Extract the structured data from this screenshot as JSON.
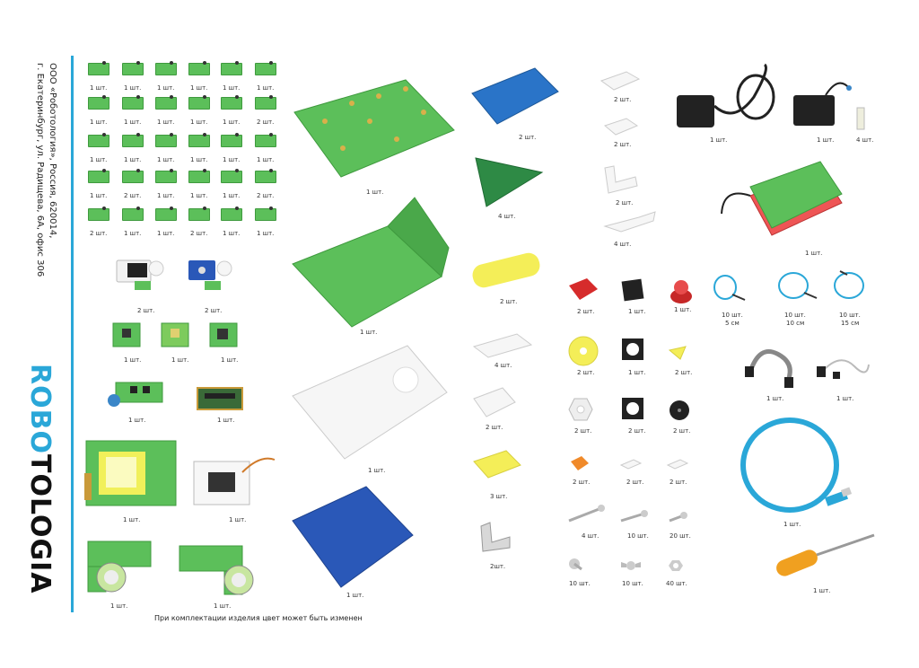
{
  "company": {
    "line1": "ООО «Роботология», Россия, 620014,",
    "line2": "г. Екатеринбург, ул. Радищева, 6А, офис 306"
  },
  "logo": {
    "text_blue": "ROBO",
    "text_black": "TOLOGIA"
  },
  "footer_note": "При комплектации изделия цвет может быть изменен",
  "sensor_grid": [
    [
      "1 шт.",
      "1 шт.",
      "1 шт.",
      "1 шт.",
      "1 шт.",
      "1 шт."
    ],
    [
      "1 шт.",
      "1 шт.",
      "1 шт.",
      "1 шт.",
      "1 шт.",
      "2 шт."
    ],
    [
      "1 шт.",
      "1 шт.",
      "1 шт.",
      "1 шт.",
      "1 шт.",
      "1 шт."
    ],
    [
      "1 шт.",
      "2 шт.",
      "1 шт.",
      "1 шт.",
      "1 шт.",
      "2 шт."
    ],
    [
      "2 шт.",
      "1 шт.",
      "1 шт.",
      "2 шт.",
      "1 шт.",
      "1 шт."
    ]
  ],
  "labels": {
    "joystick_black": "2 шт.",
    "joystick_blue": "2 шт.",
    "board_a": "1 шт.",
    "board_b": "1 шт.",
    "board_c": "1 шт.",
    "ir_module": "1 шт.",
    "shield": "1 шт.",
    "controller": "1 шт.",
    "servo": "1 шт.",
    "motor_left": "1 шт.",
    "motor_right": "1 шт.",
    "green_plate": "1 шт.",
    "angle_plate": "1 шт.",
    "white_plate": "1 шт.",
    "blue_square_plate": "1 шт.",
    "blue_beam": "2 шт.",
    "triangle": "4 шт.",
    "yellow_beam": "2 шт.",
    "white_beam": "4 шт.",
    "white_small_plate": "2 шт.",
    "yellow_small_plate": "3 шт.",
    "metal_bracket": "2шт.",
    "small_white_1": "2 шт.",
    "small_white_2": "2 шт.",
    "corner_white": "2 шт.",
    "l_white": "4 шт.",
    "adapter": "1 шт.",
    "battery_box": "1 шт.",
    "standoff": "4 шт.",
    "battery_pack": "1 шт.",
    "red_block": "2 шт.",
    "black_mount": "1 шт.",
    "red_button": "1 шт.",
    "cable_5": "10 шт.",
    "cable_5_len": "5 см",
    "cable_10": "10 шт.",
    "cable_10_len": "10 см",
    "cable_15": "10 шт.",
    "cable_15_len": "15 см",
    "yellow_gear": "2 шт.",
    "black_frame": "1 шт.",
    "yellow_tri": "2 шт.",
    "ribbon_1": "1 шт.",
    "ribbon_2": "1 шт.",
    "hex_nut": "2 шт.",
    "black_frame_2": "2 шт.",
    "black_disc": "2 шт.",
    "orange_part": "2 шт.",
    "white_clip_1": "2 шт.",
    "white_clip_2": "2 шт.",
    "usb_cable": "1 шт.",
    "screw_long": "4 шт.",
    "screw_mid": "10 шт.",
    "screw_short": "20 шт.",
    "bolt": "10 шт.",
    "wing_nut": "10 шт.",
    "nut": "40 шт.",
    "screwdriver": "1 шт."
  }
}
